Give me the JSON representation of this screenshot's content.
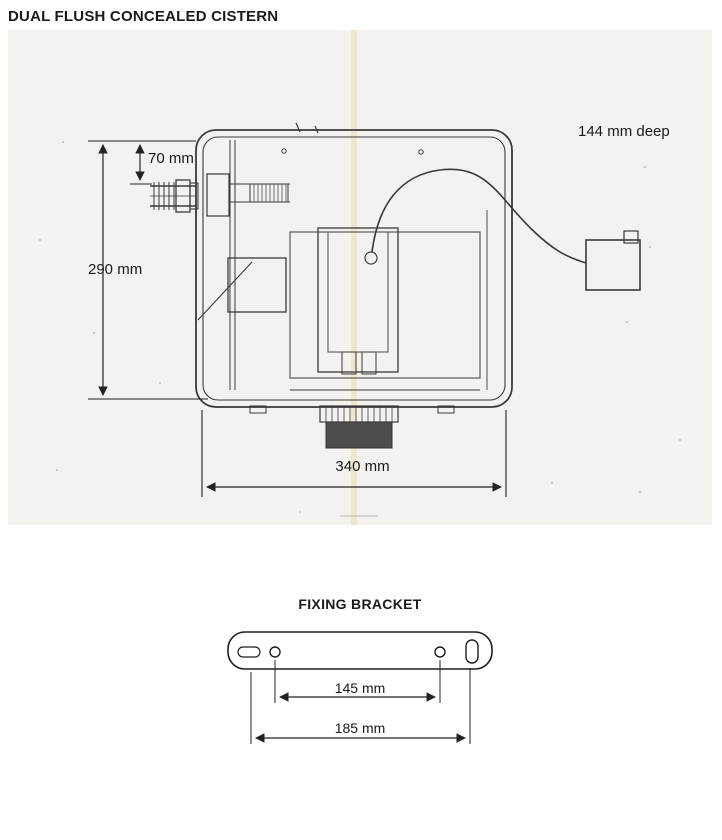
{
  "page": {
    "title": "DUAL FLUSH CONCEALED CISTERN"
  },
  "cistern_diagram": {
    "depth_label": "144 mm deep",
    "inlet_height_label": "70 mm",
    "height_label": "290 mm",
    "width_label": "340 mm"
  },
  "bracket_diagram": {
    "title": "FIXING BRACKET",
    "hole_spacing_label": "145 mm",
    "overall_width_label": "185 mm"
  },
  "colors": {
    "drawing_line": "#3a3a3a",
    "dimension_line": "#222222",
    "scan_background": "#f4f2ef",
    "scan_fold_line": "#e9dfb4",
    "outlet_block": "#4f4d4a"
  }
}
